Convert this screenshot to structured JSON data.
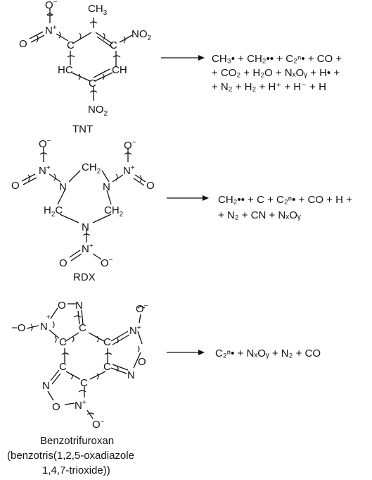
{
  "molecules": [
    {
      "name": "TNT",
      "products": [
        "CH₃• + CH₂•• + C₂ⁿ• + CO +",
        "+ CO₂ + H₂O + NₓOᵧ + H• +",
        "+ N₂ + H₂ + H⁺ + H⁻ + H"
      ]
    },
    {
      "name": "RDX",
      "products": [
        "CH₂•• + C + C₂ⁿ• + CO + H +",
        "+ N₂ + CN + NₓOᵧ"
      ]
    },
    {
      "name": "Benzotrifuroxan",
      "name_lines": [
        "Benzotrifuroxan",
        "(benzotris(1,2,5-oxadiazole",
        "1,4,7-trioxide))"
      ],
      "products": [
        "C₂ⁿ• + NₓOᵧ + N₂ + CO"
      ]
    }
  ],
  "colors": {
    "ink": "#111111",
    "background": "#ffffff"
  }
}
